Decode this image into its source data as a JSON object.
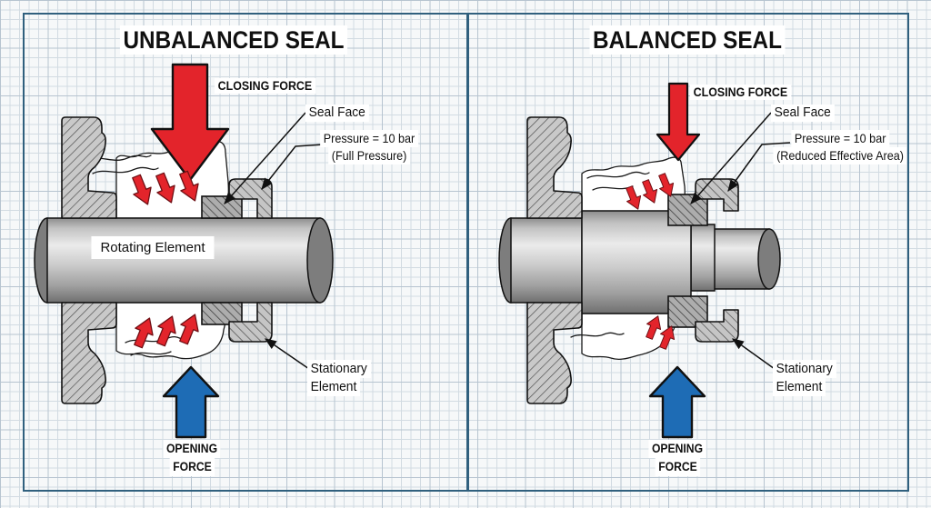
{
  "colors": {
    "closing_force": "#e3242b",
    "opening_force": "#1e6cb5",
    "frame": "#30607e",
    "paper": "#f6f8f9",
    "grid_minor": "#d2dbe2",
    "grid_major": "#b7c4d0"
  },
  "left_panel": {
    "title": "UNBALANCED SEAL",
    "closing_force": "CLOSING FORCE",
    "seal_face": "Seal Face",
    "pressure_label": "Pressure = 10 bar",
    "pressure_note": "(Full Pressure)",
    "rotating_element": "Rotating Element",
    "stationary_word1": "Stationary",
    "stationary_word2": "Element",
    "opening_word1": "OPENING",
    "opening_word2": "FORCE"
  },
  "right_panel": {
    "title": "BALANCED SEAL",
    "closing_force": "CLOSING FORCE",
    "seal_face": "Seal Face",
    "pressure_label": "Pressure = 10 bar",
    "pressure_note": "(Reduced Effective Area)",
    "stationary_word1": "Stationary",
    "stationary_word2": "Element",
    "opening_word1": "OPENING",
    "opening_word2": "FORCE"
  }
}
